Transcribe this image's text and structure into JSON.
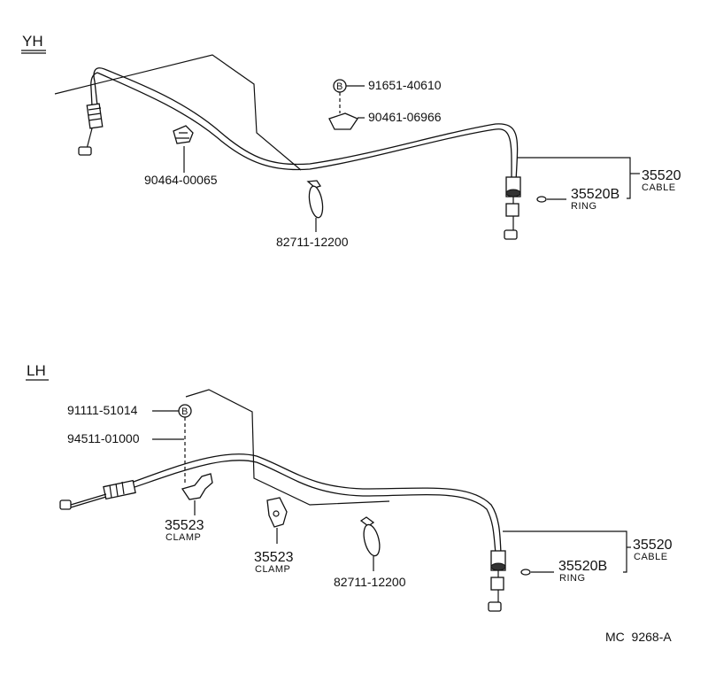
{
  "sections": {
    "top": {
      "label": "YH"
    },
    "bottom": {
      "label": "LH"
    }
  },
  "top_parts": {
    "bolt_symbol": "B",
    "bolt_part": "91651-40610",
    "nut_part": "90461-06966",
    "clip_part": "90464-00065",
    "band_part": "82711-12200",
    "cable_number": "35520",
    "cable_name": "CABLE",
    "ring_number": "35520B",
    "ring_name": "RING"
  },
  "bottom_parts": {
    "bolt_part": "91111-51014",
    "bolt_symbol": "B",
    "collar_part": "94511-01000",
    "clamp1_number": "35523",
    "clamp1_name": "CLAMP",
    "clamp2_number": "35523",
    "clamp2_name": "CLAMP",
    "band_part": "82711-12200",
    "cable_number": "35520",
    "cable_name": "CABLE",
    "ring_number": "35520B",
    "ring_name": "RING"
  },
  "footer": {
    "reference": "MC  9268-A"
  }
}
